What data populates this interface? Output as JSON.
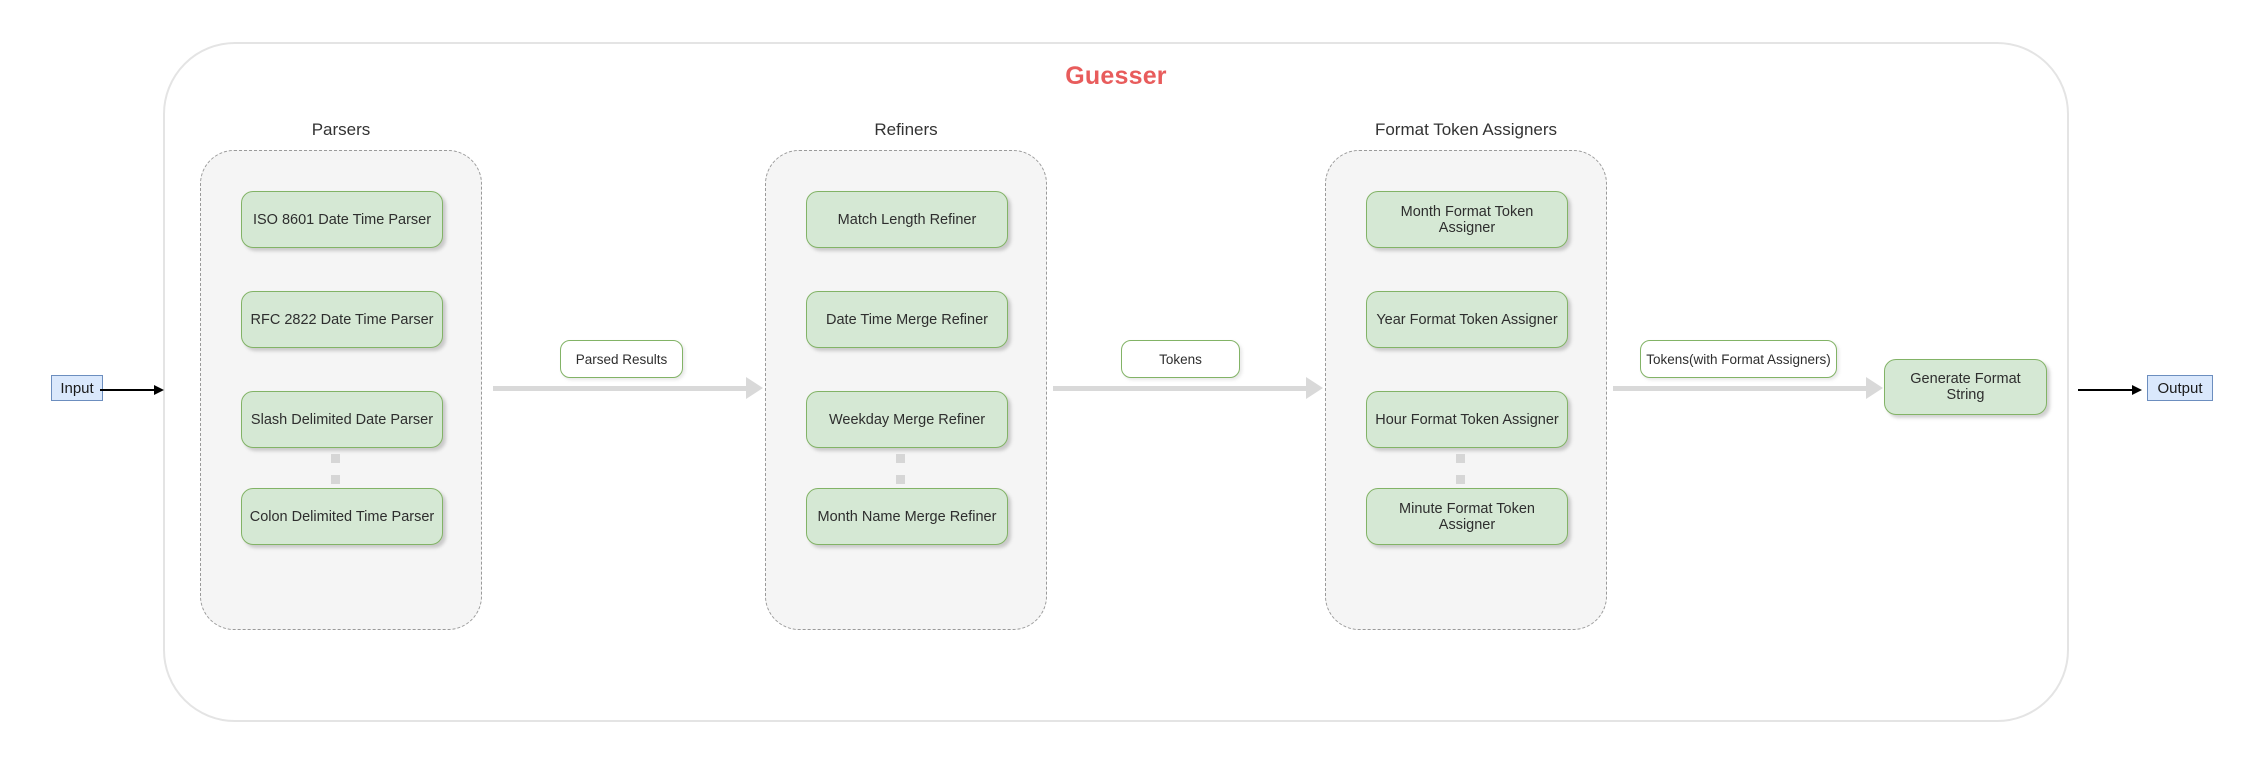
{
  "diagram": {
    "title": "Guesser",
    "title_color": "#e85c5c",
    "node_fill": "#d5e8d4",
    "node_stroke": "#82b366",
    "terminal_fill": "#dae8fc",
    "terminal_stroke": "#6c8ebf",
    "group_fill": "#f5f5f5",
    "group_stroke": "#9a9a9a",
    "arrow_color": "#d9d9d9"
  },
  "terminals": {
    "input": "Input",
    "output": "Output"
  },
  "groups": [
    {
      "title": "Parsers",
      "items": [
        "ISO 8601 Date Time Parser",
        "RFC 2822 Date Time Parser",
        "Slash Delimited Date Parser",
        "Colon Delimited Time Parser"
      ],
      "ellipsis": "vertical-ellipsis"
    },
    {
      "title": "Refiners",
      "items": [
        "Match Length Refiner",
        "Date Time Merge Refiner",
        "Weekday Merge Refiner",
        "Month Name Merge Refiner"
      ],
      "ellipsis": "vertical-ellipsis"
    },
    {
      "title": "Format Token Assigners",
      "items": [
        "Month Format Token Assigner",
        "Year Format Token Assigner",
        "Hour Format Token Assigner",
        "Minute Format Token Assigner"
      ],
      "ellipsis": "vertical-ellipsis"
    }
  ],
  "edge_labels": {
    "parsed_results": "Parsed Results",
    "tokens": "Tokens",
    "tokens_with_format_assigners": "Tokens(with Format Assigners)"
  },
  "final_node": {
    "label": "Generate Format String"
  }
}
